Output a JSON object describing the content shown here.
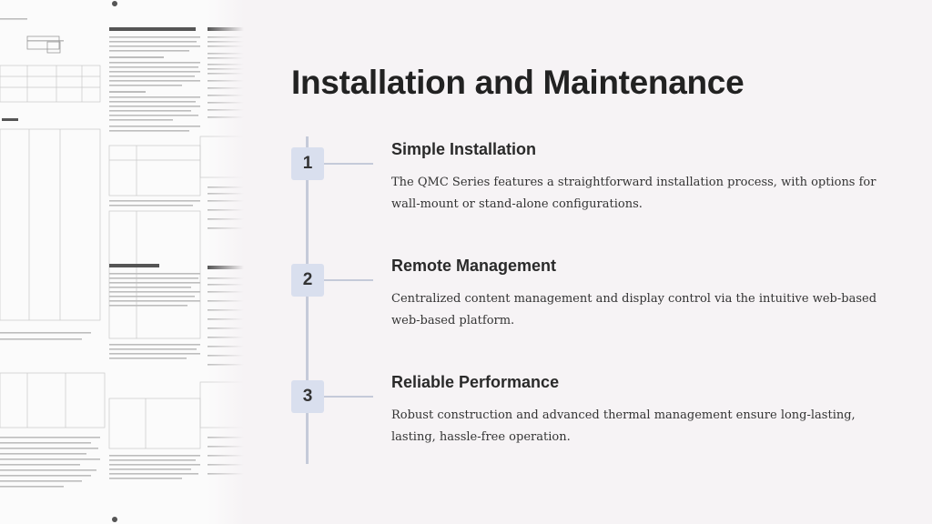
{
  "slide": {
    "title": "Installation and Maintenance",
    "steps": [
      {
        "number": "1",
        "heading": "Simple Installation",
        "description": "The QMC Series features a straightforward installation process, with options for wall-mount or stand-alone configurations."
      },
      {
        "number": "2",
        "heading": "Remote Management",
        "description": "Centralized content management and display control via the intuitive web-based web-based platform."
      },
      {
        "number": "3",
        "heading": "Reliable Performance",
        "description": "Robust construction and advanced thermal management ensure long-lasting, lasting, hassle-free operation."
      }
    ]
  },
  "colors": {
    "background": "#f6f3f5",
    "timeline": "#c5cad9",
    "badge": "#d9dfee",
    "title": "#222222"
  }
}
